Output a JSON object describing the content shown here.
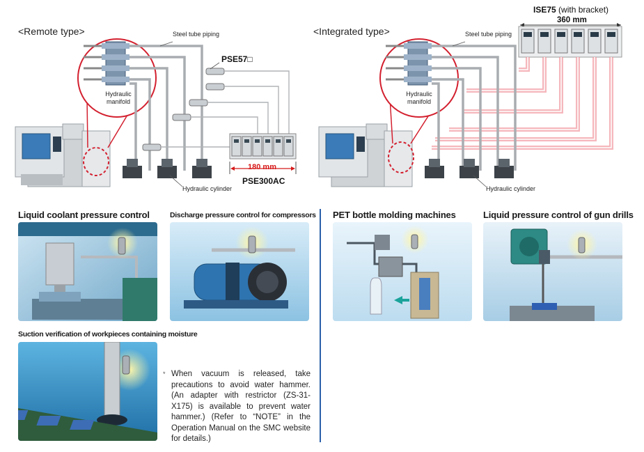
{
  "top": {
    "remote_title": "<Remote type>",
    "integrated_title": "<Integrated type>",
    "steel_tube_remote": "Steel tube piping",
    "steel_tube_integrated": "Steel tube piping",
    "pse57": "PSE57□",
    "manifold_remote": "Hydraulic\nmanifold",
    "manifold_integrated": "Hydraulic\nmanifold",
    "dim_180": "180 mm",
    "pse300ac": "PSE300AC",
    "cylinder_remote": "Hydraulic cylinder",
    "cylinder_integrated": "Hydraulic cylinder",
    "ise75_bold": "ISE75",
    "ise75_rest": " (with bracket)",
    "dim_360": "360 mm"
  },
  "sections": {
    "liquid_coolant": "Liquid coolant pressure control",
    "discharge": "Discharge pressure control for compressors",
    "suction": "Suction verification of workpieces containing moisture",
    "pet": "PET bottle molding machines",
    "gun_drills": "Liquid pressure control of gun drills"
  },
  "note": {
    "asterisk": "*",
    "text": "When vacuum is released, take precautions to avoid water hammer. (An adapter with restrictor (ZS-31-X175) is available to prevent water hammer.) (Refer to “NOTE” in the Operation Manual on the SMC website for details.)"
  },
  "colors": {
    "accent_blue": "#2a5fa8",
    "dimension_red": "#d61a1a",
    "callout_red": "#d3202f",
    "glow_red": "#f29aa0"
  }
}
